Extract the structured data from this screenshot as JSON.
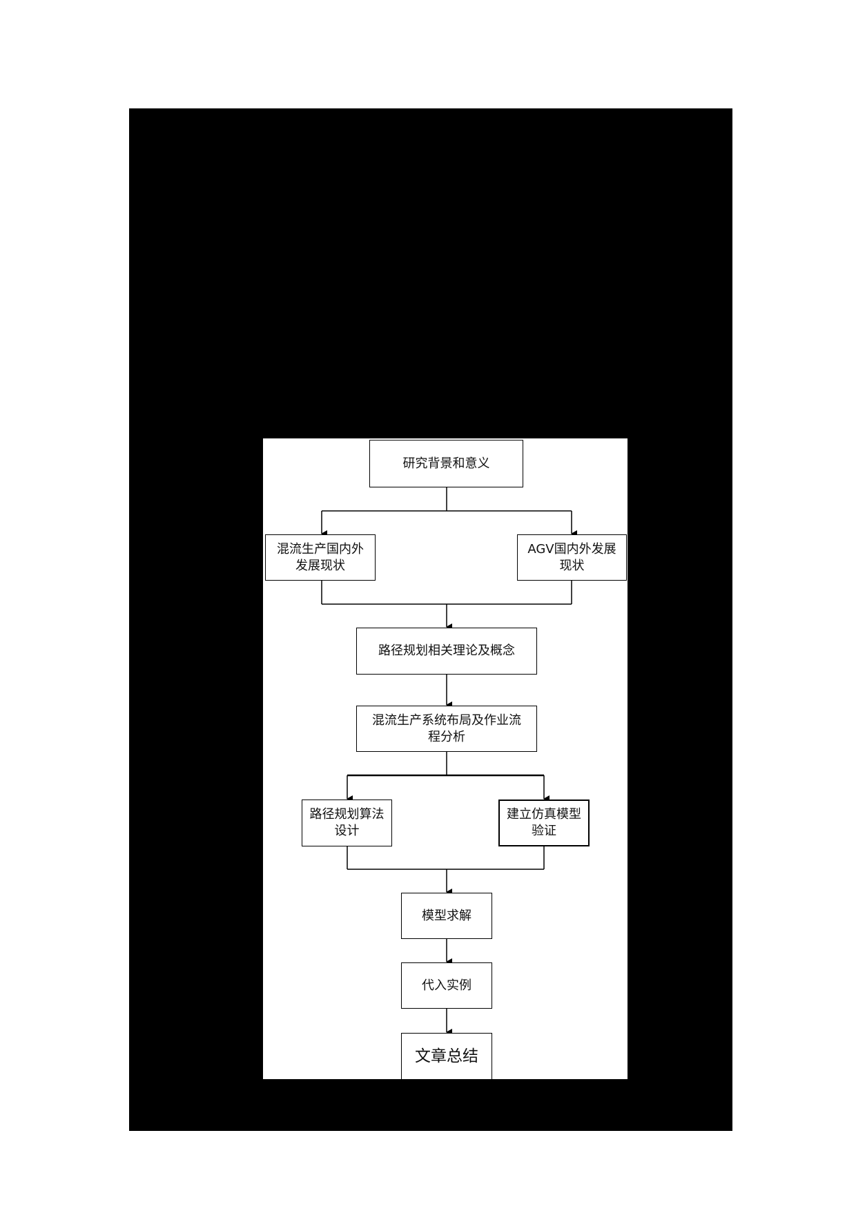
{
  "diagram": {
    "type": "flowchart",
    "nodes": [
      {
        "id": "n1",
        "label": "研究背景和意义"
      },
      {
        "id": "n2",
        "label": "混流生产国内外发展现状",
        "line1": "混流生产国内外",
        "line2": "发展现状"
      },
      {
        "id": "n3",
        "label": "AGV国内外发展现状",
        "line1": "AGV国内外发展",
        "line2": "现状"
      },
      {
        "id": "n4",
        "label": "路径规划相关理论及概念"
      },
      {
        "id": "n5",
        "label": "混流生产系统布局及作业流程分析",
        "line1": "混流生产系统布局及作业流",
        "line2": "程分析"
      },
      {
        "id": "n6",
        "label": "路径规划算法设计",
        "line1": "路径规划算法",
        "line2": "设计"
      },
      {
        "id": "n7",
        "label": "建立仿真模型验证",
        "line1": "建立仿真模型",
        "line2": "验证"
      },
      {
        "id": "n8",
        "label": "模型求解"
      },
      {
        "id": "n9",
        "label": "代入实例"
      },
      {
        "id": "n10",
        "label": "文章总结"
      }
    ],
    "edges": [
      {
        "from": "n1",
        "to": "n2"
      },
      {
        "from": "n1",
        "to": "n3"
      },
      {
        "from": "n2",
        "to": "n4"
      },
      {
        "from": "n3",
        "to": "n4"
      },
      {
        "from": "n4",
        "to": "n5"
      },
      {
        "from": "n5",
        "to": "n6"
      },
      {
        "from": "n5",
        "to": "n7"
      },
      {
        "from": "n6",
        "to": "n8"
      },
      {
        "from": "n7",
        "to": "n8"
      },
      {
        "from": "n8",
        "to": "n9"
      },
      {
        "from": "n9",
        "to": "n10"
      }
    ]
  },
  "colors": {
    "frame": "#000000",
    "panel": "#ffffff",
    "stroke": "#000000",
    "text": "#111111"
  }
}
